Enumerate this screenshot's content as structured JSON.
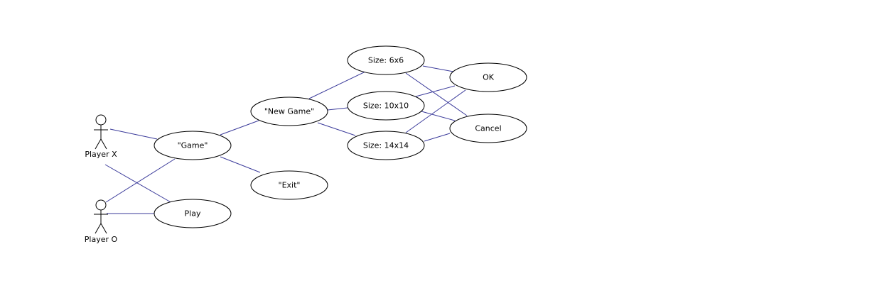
{
  "diagram": {
    "type": "use-case",
    "colors": {
      "edge": "#3a3a9a",
      "stroke": "#000000",
      "fill": "#ffffff",
      "background": "#ffffff"
    },
    "actors": {
      "player_x": {
        "name": "Player X"
      },
      "player_o": {
        "name": "Player O"
      }
    },
    "use_cases": {
      "game": {
        "label": "\"Game\""
      },
      "play": {
        "label": "Play"
      },
      "new_game": {
        "label": "\"New Game\""
      },
      "exit": {
        "label": "\"Exit\""
      },
      "size_6x6": {
        "label": "Size: 6x6"
      },
      "size_10x10": {
        "label": "Size: 10x10"
      },
      "size_14x14": {
        "label": "Size: 14x14"
      },
      "ok": {
        "label": "OK"
      },
      "cancel": {
        "label": "Cancel"
      }
    },
    "associations": [
      [
        "player_x",
        "game"
      ],
      [
        "player_x",
        "play"
      ],
      [
        "player_o",
        "game"
      ],
      [
        "player_o",
        "play"
      ],
      [
        "game",
        "new_game"
      ],
      [
        "game",
        "exit"
      ],
      [
        "new_game",
        "size_6x6"
      ],
      [
        "new_game",
        "size_10x10"
      ],
      [
        "new_game",
        "size_14x14"
      ],
      [
        "size_6x6",
        "ok"
      ],
      [
        "size_6x6",
        "cancel"
      ],
      [
        "size_10x10",
        "ok"
      ],
      [
        "size_10x10",
        "cancel"
      ],
      [
        "size_14x14",
        "ok"
      ],
      [
        "size_14x14",
        "cancel"
      ]
    ]
  }
}
